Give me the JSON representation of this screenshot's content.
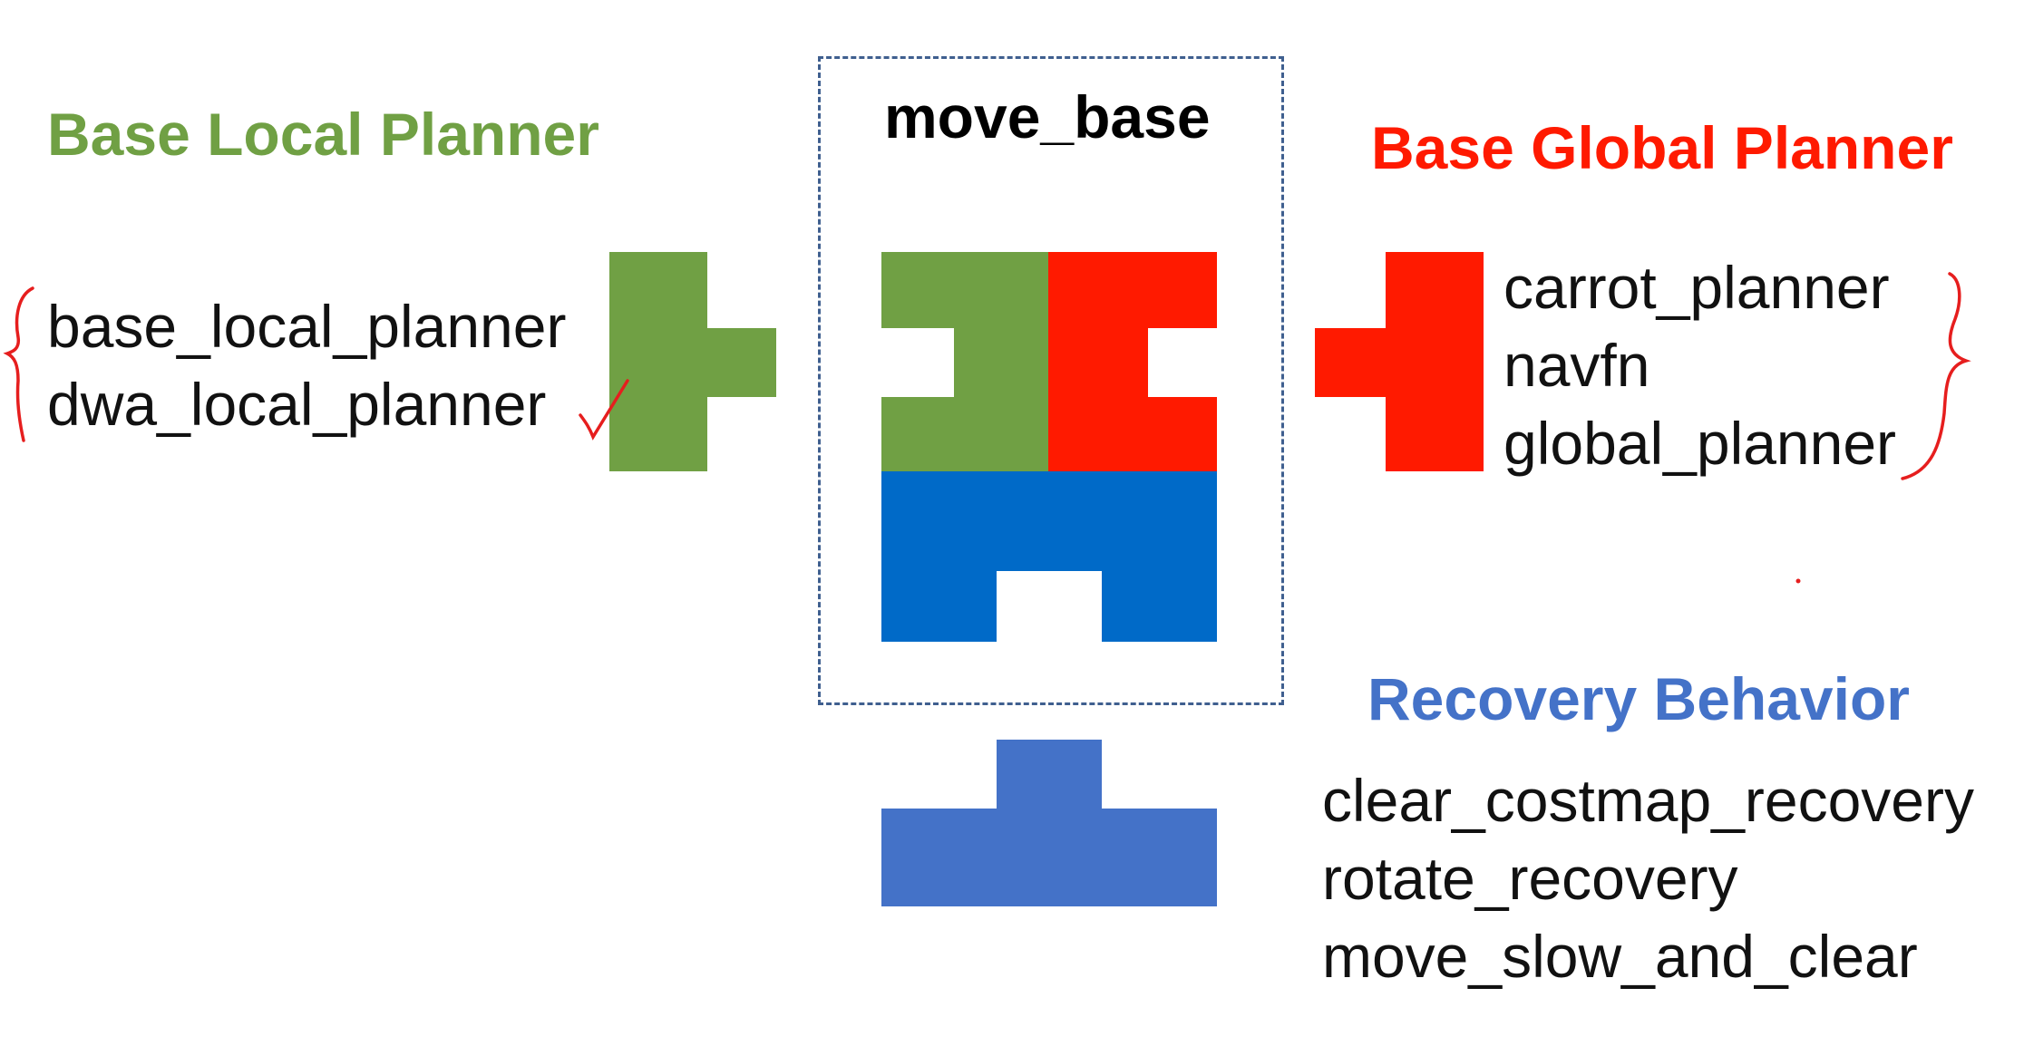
{
  "colors": {
    "local": "#70a044",
    "global": "#ff1a00",
    "recovery_in_frame": "#006ac8",
    "recovery": "#4472c8",
    "frame_border": "#3f5f8f",
    "annotation": "#e61e1e"
  },
  "local_planner": {
    "title": "Base Local Planner",
    "items": [
      "base_local_planner",
      "dwa_local_planner"
    ]
  },
  "move_base": {
    "title": "move_base"
  },
  "global_planner": {
    "title": "Base Global Planner",
    "items": [
      "carrot_planner",
      "navfn",
      "global_planner"
    ]
  },
  "recovery": {
    "title": "Recovery Behavior",
    "items": [
      "clear_costmap_recovery",
      "rotate_recovery",
      "move_slow_and_clear"
    ]
  }
}
